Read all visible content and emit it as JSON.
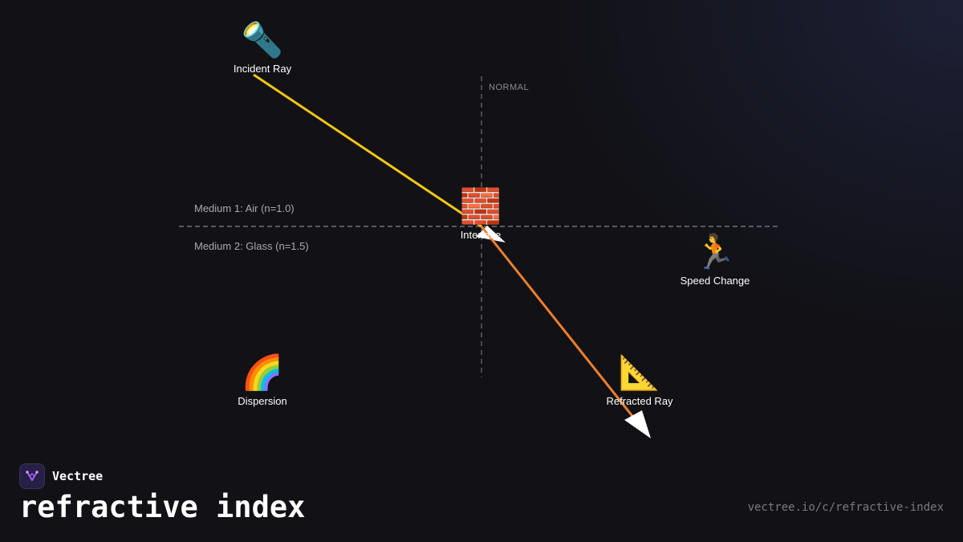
{
  "diagram": {
    "normal_label": "NORMAL",
    "medium_top": "Medium 1: Air (n=1.0)",
    "medium_bottom": "Medium 2: Glass (n=1.5)",
    "nodes": {
      "incident": {
        "label": "Incident Ray",
        "icon": "flashlight-icon",
        "glyph": "🔦"
      },
      "interface": {
        "label": "Interface",
        "icon": "brick-wall-icon",
        "glyph": "🧱"
      },
      "speed": {
        "label": "Speed Change",
        "icon": "runner-icon",
        "glyph": "🏃"
      },
      "dispersion": {
        "label": "Dispersion",
        "icon": "rainbow-icon",
        "glyph": "🌈"
      },
      "refracted": {
        "label": "Refracted Ray",
        "icon": "triangular-ruler-icon",
        "glyph": "📐"
      }
    },
    "colors": {
      "incident_ray": "#f5c518",
      "refracted_ray": "#ee7f2d",
      "arrowhead": "#ffffff",
      "dashed_lines": "#5a5a62",
      "brand_accent": "#a468ff"
    }
  },
  "brand": {
    "name": "Vectree",
    "icon": "vectree-logo-icon"
  },
  "footer": {
    "title": "refractive index",
    "url": "vectree.io/c/refractive-index"
  }
}
